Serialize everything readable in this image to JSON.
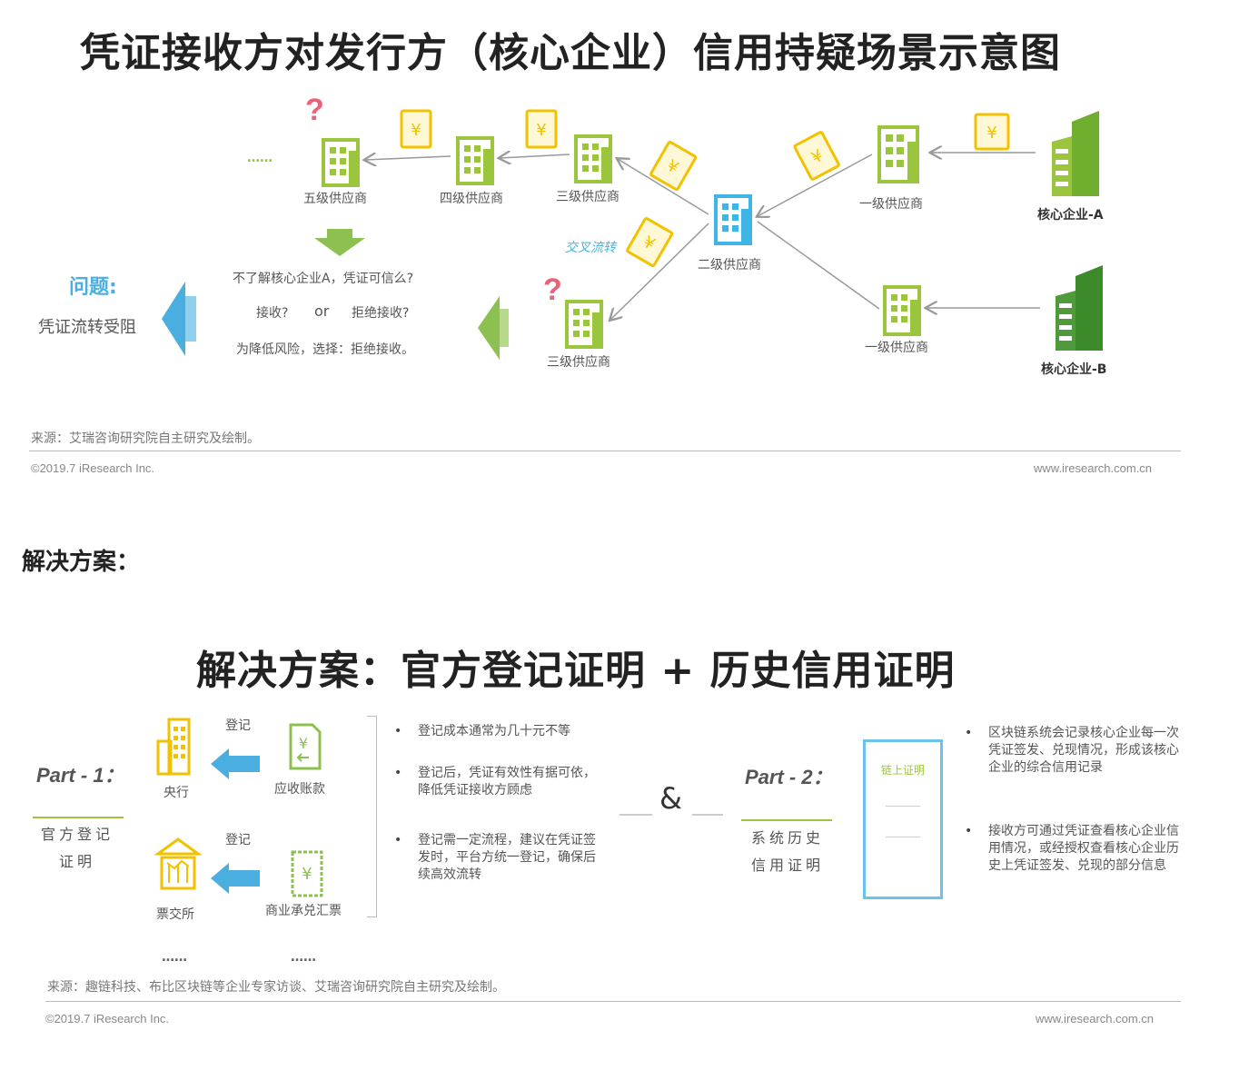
{
  "diagram1": {
    "title": "凭证接收方对发行方（核心企业）信用持疑场景示意图",
    "ellipsis": "……",
    "nodes": {
      "tier5": "五级供应商",
      "tier4": "四级供应商",
      "tier3_top": "三级供应商",
      "tier2": "二级供应商",
      "tier3_bottom": "三级供应商",
      "tier1_a": "一级供应商",
      "tier1_b": "一级供应商",
      "core_a": "核心企业-A",
      "core_b": "核心企业-B"
    },
    "cross_flow_label": "交叉流转",
    "question_mark": "?",
    "problem_title": "问题:",
    "problem_text": "凭证流转受阻",
    "doubt_line1": "不了解核心企业A，凭证可信么?",
    "doubt_accept": "接收?",
    "doubt_or": "or",
    "doubt_reject": "拒绝接收?",
    "doubt_line3": "为降低风险，选择：拒绝接收。",
    "source": "来源：艾瑞咨询研究院自主研究及绘制。",
    "copyright": "©2019.7 iResearch Inc.",
    "website": "www.iresearch.com.cn"
  },
  "section_heading": "解决方案：",
  "diagram2": {
    "title": "解决方案：官方登记证明 + 历史信用证明",
    "part1": {
      "label": "Part - 1：",
      "stamp_line1": "官方登记",
      "stamp_line2": "证明",
      "central_bank": "央行",
      "receivables": "应收账款",
      "exchange": "票交所",
      "acceptance_bill": "商业承兑汇票",
      "register_1": "登记",
      "register_2": "登记",
      "ellipsis_1": "……",
      "ellipsis_2": "……"
    },
    "part1_bullets": [
      "登记成本通常为几十元不等",
      "登记后，凭证有效性有据可依，降低凭证接收方顾虑",
      "登记需一定流程，建议在凭证签发时，平台方统一登记，确保后续高效流转"
    ],
    "ampersand": "&",
    "part2": {
      "label": "Part - 2：",
      "stamp_line1": "系统历史",
      "stamp_line2": "信用证明",
      "card_title": "链上证明"
    },
    "part2_bullets": [
      "区块链系统会记录核心企业每一次凭证签发、兑现情况，形成该核心企业的综合信用记录",
      "接收方可通过凭证查看核心企业信用情况，或经授权查看核心企业历史上凭证签发、兑现的部分信息"
    ],
    "source": "来源：趣链科技、布比区块链等企业专家访谈、艾瑞咨询研究院自主研究及绘制。",
    "copyright": "©2019.7 iResearch Inc.",
    "website": "www.iresearch.com.cn"
  },
  "colors": {
    "green_building": "#9bc53d",
    "dark_green": "#4f9a3a",
    "blue_building": "#3fb5e5",
    "voucher_yellow": "#f2c200",
    "arrow_gray": "#999999",
    "question_pink": "#e8637a",
    "problem_blue": "#4aaee0",
    "arrow_green": "#8cc152"
  },
  "icons": [
    "building-icon",
    "tall-building-icon",
    "voucher-icon",
    "bank-icon",
    "document-icon",
    "bill-icon"
  ]
}
